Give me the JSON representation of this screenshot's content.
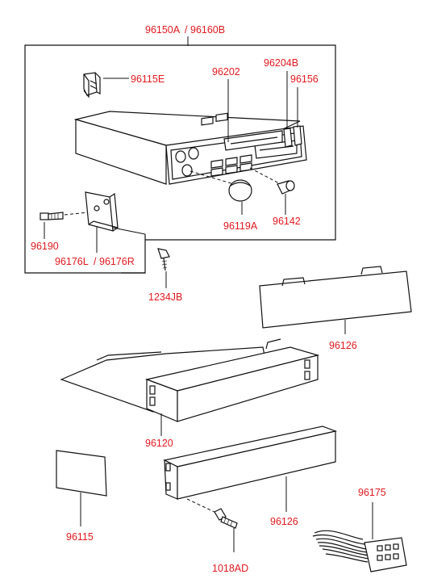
{
  "labels": {
    "assembly": "96150A",
    "assembly_alt": "96160B",
    "bracket_clip": "96115E",
    "cassette_door": "96202",
    "button_top": "96204B",
    "knob_side": "96156",
    "knob": "96119A",
    "push_knob": "96142",
    "bolt": "96190",
    "bracket_l": "96176L",
    "bracket_r": "96176R",
    "screw_small": "1234JB",
    "cover_top": "96126",
    "housing": "96120",
    "cover_bottom": "96126",
    "pad": "96115",
    "harness": "96175",
    "screw_bottom": "1018AD"
  },
  "colors": {
    "label": "#e0191f",
    "line": "#111111",
    "background": "#ffffff"
  }
}
